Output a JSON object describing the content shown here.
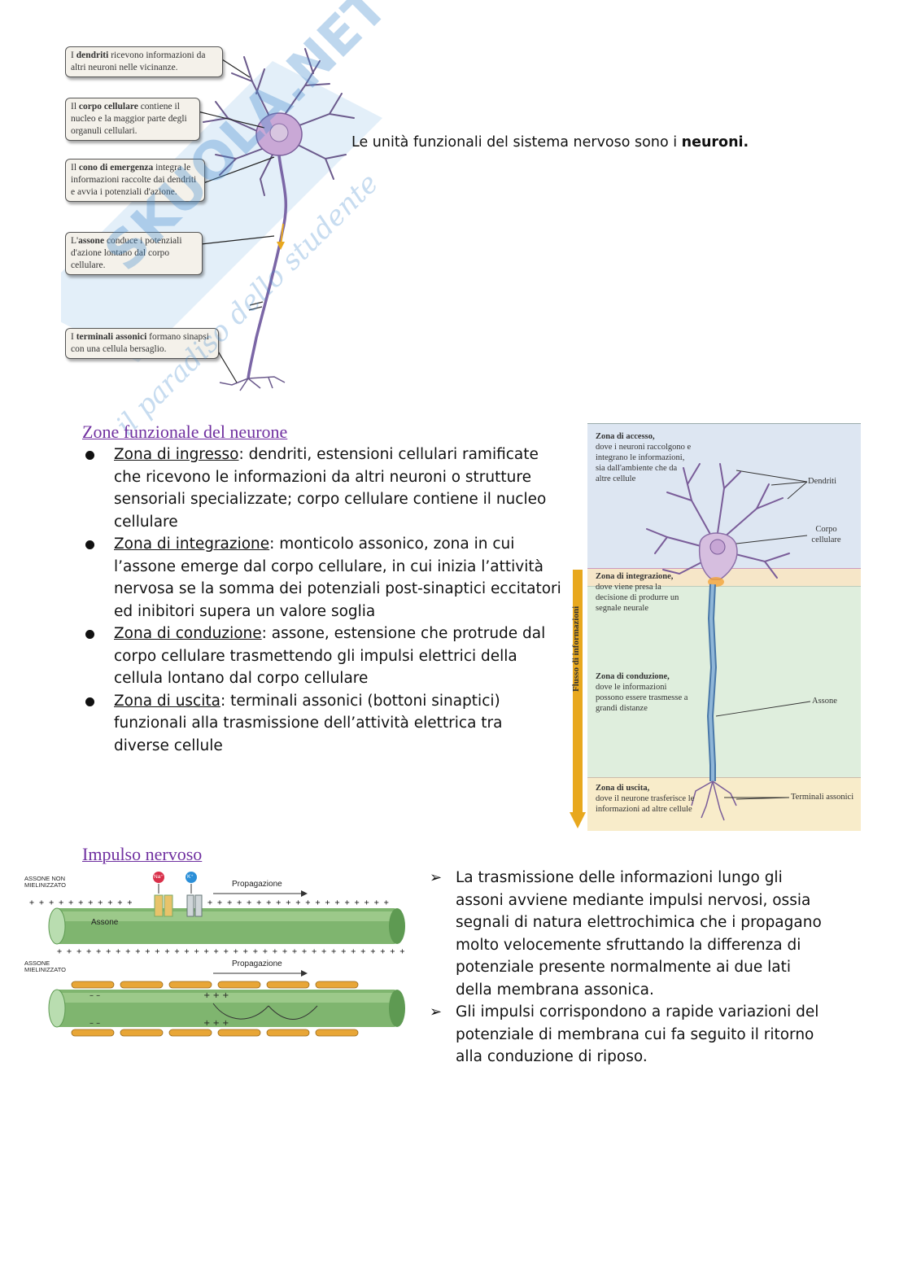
{
  "figure1": {
    "callouts": [
      {
        "pre": "I ",
        "bold": "dendriti",
        "post": " ricevono informazioni da altri neuroni nelle vicinanze."
      },
      {
        "pre": "Il ",
        "bold": "corpo cellulare",
        "post": " contiene il nucleo e la maggior parte degli organuli cellulari."
      },
      {
        "pre": "Il ",
        "bold": "cono di emergenza",
        "post": " integra le informazioni raccolte dai dendriti e avvia i potenziali d'azione."
      },
      {
        "pre": "L'",
        "bold": "assone",
        "post": " conduce i potenziali d'azione lontano dal corpo cellulare."
      },
      {
        "pre": "I ",
        "bold": "terminali assonici",
        "post": " formano sinapsi con una cellula bersaglio."
      }
    ],
    "watermark_brand": "SKUOLA.NET",
    "watermark_tagline": "il paradiso dello studente"
  },
  "intro": {
    "text_before": "Le unità funzionali del sistema nervoso sono i ",
    "bold": "neuroni."
  },
  "section1": {
    "heading": "Zone funzionale del neurone",
    "items": [
      {
        "term": "Zona di ingresso",
        "text": ": dendriti, estensioni cellulari ramificate che ricevono le informazioni da altri neuroni o strutture sensoriali specializzate; corpo cellulare contiene il nucleo cellulare"
      },
      {
        "term": "Zona di integrazione",
        "text": ": monticolo assonico, zona in cui l’assone emerge dal corpo cellulare, in cui inizia l’attività nervosa se la somma dei potenziali post-sinaptici eccitatori ed inibitori supera un valore soglia"
      },
      {
        "term": "Zona di conduzione",
        "text": ": assone, estensione che protrude dal corpo cellulare trasmettendo gli impulsi elettrici della cellula lontano dal corpo cellulare"
      },
      {
        "term": "Zona di uscita",
        "text": ": terminali assonici (bottoni sinaptici) funzionali alla trasmissione dell’attività elettrica tra diverse cellule"
      }
    ]
  },
  "figure2": {
    "axis_label": "Flusso di informazioni",
    "zones": [
      {
        "title": "Zona di accesso,",
        "desc": "dove i neuroni raccolgono e integrano le informazioni, sia dall'ambiente che da altre cellule"
      },
      {
        "title": "Zona di integrazione,",
        "desc": "dove viene presa la decisione di produrre un segnale neurale"
      },
      {
        "title": "Zona di conduzione,",
        "desc": "dove le informazioni possono essere trasmesse a grandi distanze"
      },
      {
        "title": "Zona di uscita,",
        "desc": "dove il neurone trasferisce le informazioni ad altre cellule"
      }
    ],
    "labels": {
      "dendriti": "Dendriti",
      "corpo": "Corpo cellulare",
      "assone": "Assone",
      "terminali": "Terminali assonici"
    },
    "colors": {
      "access": "#dde6f2",
      "integration": "#f6e6c8",
      "conduction": "#dfeedd",
      "output": "#f8ecca",
      "arrow": "#e8a81e"
    }
  },
  "section2": {
    "heading": "Impulso nervoso",
    "items": [
      "La trasmissione delle informazioni lungo gli assoni avviene mediante impulsi nervosi, ossia segnali di natura elettrochimica che i propagano molto velocemente sfruttando la differenza di potenziale presente normalmente ai due lati della membrana assonica.",
      "Gli impulsi corrispondono a rapide variazioni del potenziale di membrana cui fa seguito il ritorno alla conduzione di riposo."
    ]
  },
  "figure3": {
    "label_unmyelinated": "ASSONE NON MIELINIZZATO",
    "label_myelinated": "ASSONE MIELINIZZATO",
    "propagation": "Propagazione",
    "axon": "Assone",
    "na": "Na⁺",
    "k": "K⁺"
  }
}
